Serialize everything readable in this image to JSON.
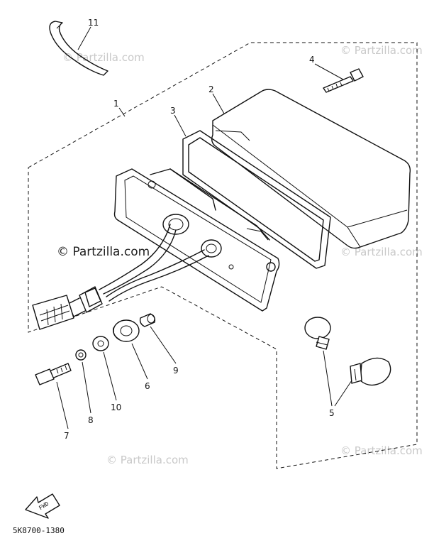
{
  "watermarks": {
    "main": "© Partzilla.com",
    "faint": "© Partzilla.com"
  },
  "callouts": {
    "c1": "1",
    "c2": "2",
    "c3": "3",
    "c4": "4",
    "c5": "5",
    "c6": "6",
    "c7": "7",
    "c8": "8",
    "c9": "9",
    "c10": "10",
    "c11": "11"
  },
  "fwd_label": "FWD",
  "diagram_code": "5K8700-1380"
}
